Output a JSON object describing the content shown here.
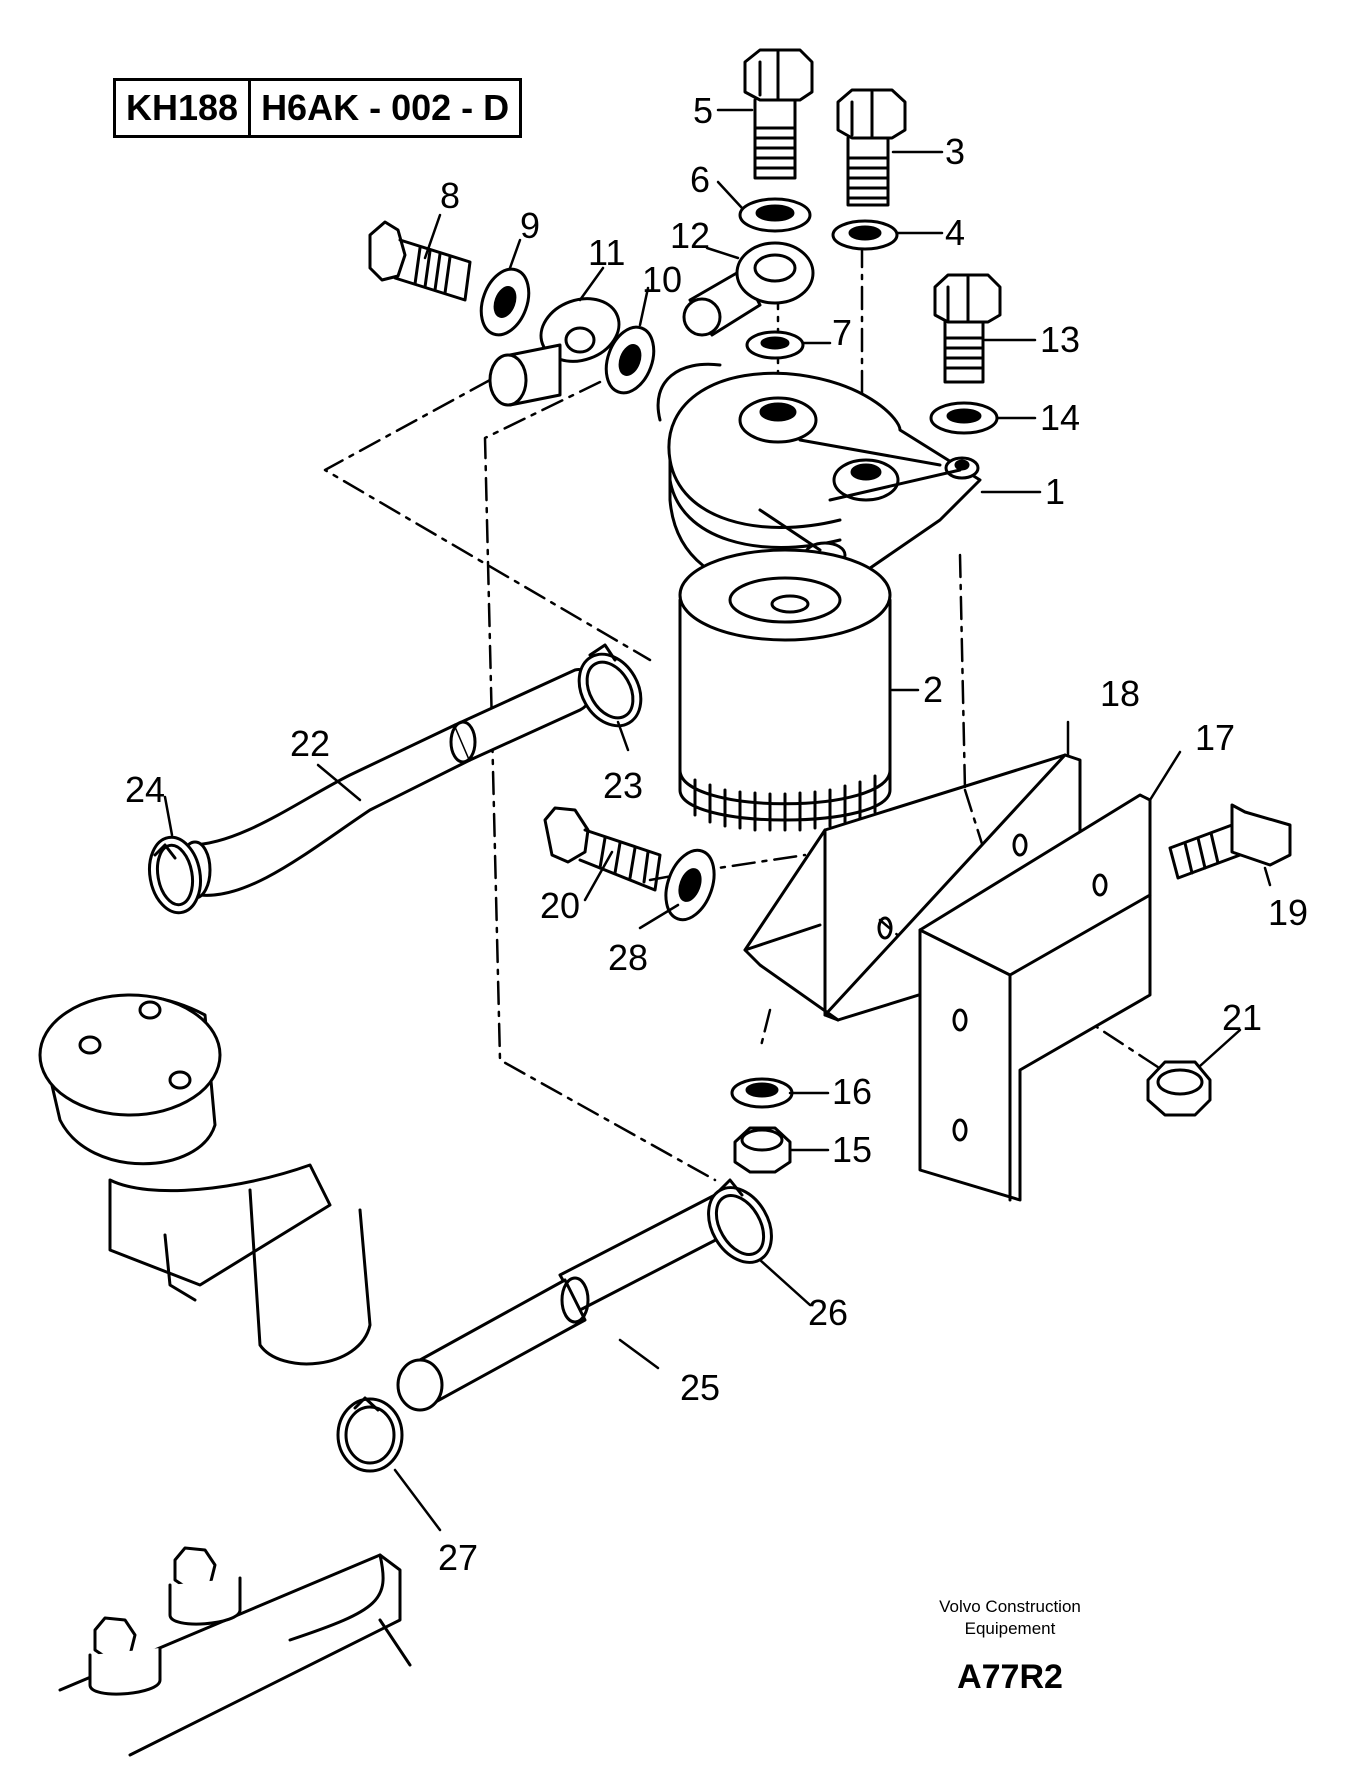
{
  "header": {
    "ref_code": "KH188",
    "part_code": "H6AK - 002 - D"
  },
  "callouts": [
    "1",
    "2",
    "3",
    "4",
    "5",
    "6",
    "7",
    "8",
    "9",
    "10",
    "11",
    "12",
    "13",
    "14",
    "15",
    "16",
    "17",
    "18",
    "19",
    "20",
    "21",
    "22",
    "23",
    "24",
    "25",
    "26",
    "27",
    "28"
  ],
  "footer": {
    "brand_line1": "Volvo Construction",
    "brand_line2": "Equipement",
    "figure_code": "A77R2"
  }
}
